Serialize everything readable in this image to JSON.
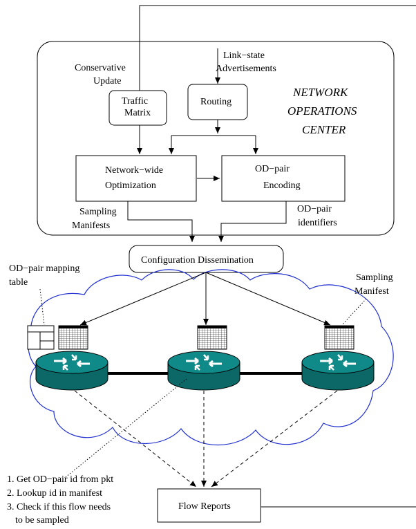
{
  "noc": {
    "title_line1": "NETWORK",
    "title_line2": "OPERATIONS",
    "title_line3": "CENTER",
    "input_update_line1": "Conservative",
    "input_update_line2": "Update",
    "input_lsa_line1": "Link−state",
    "input_lsa_line2": "Advertisements",
    "traffic_matrix_line1": "Traffic",
    "traffic_matrix_line2": "Matrix",
    "routing": "Routing",
    "optimization_line1": "Network−wide",
    "optimization_line2": "Optimization",
    "encoding_line1": "OD−pair",
    "encoding_line2": "Encoding",
    "out_manifests_line1": "Sampling",
    "out_manifests_line2": "Manifests",
    "out_identifiers_line1": "OD−pair",
    "out_identifiers_line2": "identifiers"
  },
  "dissemination": "Configuration Dissemination",
  "network": {
    "mapping_table_line1": "OD−pair mapping",
    "mapping_table_line2": "table",
    "manifest_line1": "Sampling",
    "manifest_line2": "Manifest"
  },
  "flow_reports": "Flow Reports",
  "steps": [
    "1. Get OD−pair id from pkt",
    "2. Lookup id in manifest",
    "3. Check if this flow needs",
    "to be sampled"
  ],
  "colors": {
    "router_top": "#0f8a88",
    "router_side": "#0b6866",
    "cloud": "#1f2fd0"
  }
}
